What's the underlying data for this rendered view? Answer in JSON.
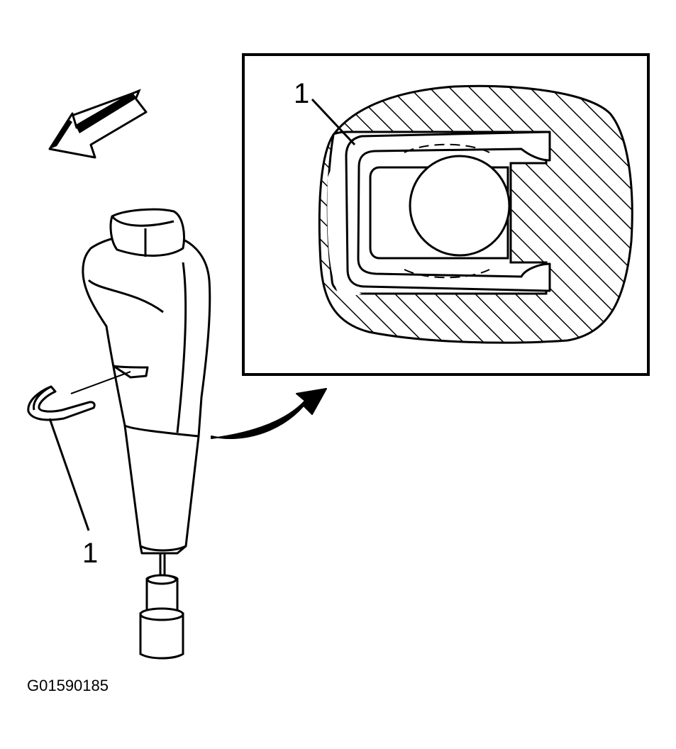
{
  "figure_id": "G01590185",
  "callouts": {
    "clip_label": "1",
    "inset_clip_label": "1"
  },
  "colors": {
    "line": "#000000",
    "background": "#ffffff"
  },
  "icons": {
    "removal_direction": "arrow-left-icon",
    "detail_pointer": "curved-arrow-icon"
  }
}
